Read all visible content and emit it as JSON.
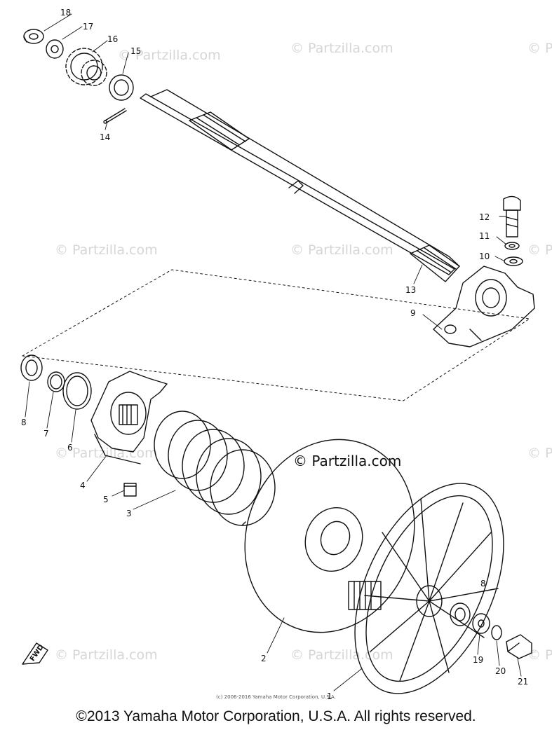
{
  "watermark": "© Partzilla.com",
  "watermark_partial": "© P",
  "small_copyright": "(c) 2006-2016 Yamaha Motor Corporation, U.S.A.",
  "footer": "©2013 Yamaha Motor Corporation, U.S.A. All rights reserved.",
  "fwd_label": "FWD",
  "callouts": {
    "c1": "1",
    "c2": "2",
    "c3": "3",
    "c4": "4",
    "c5": "5",
    "c6": "6",
    "c7": "7",
    "c8a": "8",
    "c8b": "8",
    "c9": "9",
    "c10": "10",
    "c11": "11",
    "c12": "12",
    "c13": "13",
    "c14": "14",
    "c15": "15",
    "c16": "16",
    "c17": "17",
    "c18": "18",
    "c19": "19",
    "c20": "20",
    "c21": "21"
  }
}
